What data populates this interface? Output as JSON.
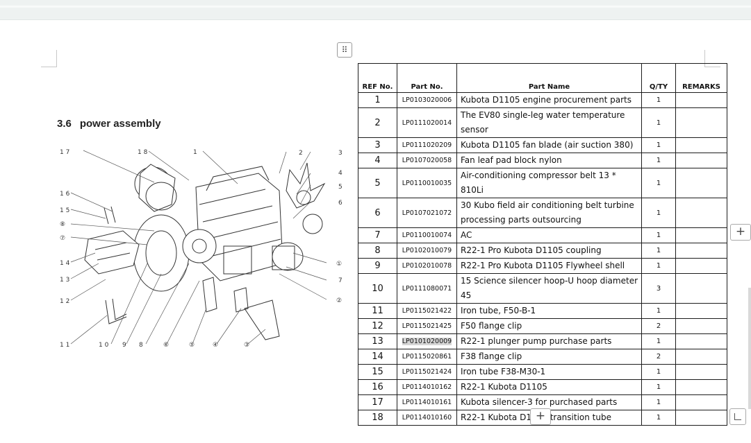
{
  "handle_icon": "move-grip-icon",
  "section": {
    "number": "3.6",
    "title": "power assembly"
  },
  "drawing": {
    "callouts_left": [
      "1 7",
      "1 6",
      "1 5",
      "⑧",
      "⑦",
      "1 4",
      "1 3",
      "1 2",
      "1 1"
    ],
    "callouts_top": [
      "1 8",
      "1"
    ],
    "callouts_right": [
      "2",
      "3",
      "4",
      "5",
      "6",
      "①",
      "7",
      "②"
    ],
    "callouts_bottom": [
      "1 0",
      "9",
      "8",
      "⑥",
      "⑤",
      "④",
      "③"
    ]
  },
  "table": {
    "headers": {
      "ref": "REF No.",
      "part_no": "Part No.",
      "name": "Part Name",
      "qty": "Q/TY",
      "remarks": "REMARKS"
    },
    "rows": [
      {
        "ref": "1",
        "part_no": "LP0103020006",
        "name": "Kubota D1105 engine procurement parts",
        "qty": "1",
        "remarks": ""
      },
      {
        "ref": "2",
        "part_no": "LP0111020014",
        "name": "The EV80 single-leg water temperature sensor",
        "qty": "1",
        "remarks": ""
      },
      {
        "ref": "3",
        "part_no": "LP0111020209",
        "name": "Kubota D1105 fan blade (air suction 380)",
        "qty": "1",
        "remarks": ""
      },
      {
        "ref": "4",
        "part_no": "LP0107020058",
        "name": "Fan leaf pad block nylon",
        "qty": "1",
        "remarks": ""
      },
      {
        "ref": "5",
        "part_no": "LP0110010035",
        "name": "Air-conditioning compressor belt 13 * 810Li",
        "qty": "1",
        "remarks": ""
      },
      {
        "ref": "6",
        "part_no": "LP0107021072",
        "name": "30 Kubo field air conditioning belt turbine processing parts outsourcing",
        "qty": "1",
        "remarks": ""
      },
      {
        "ref": "7",
        "part_no": "LP0110010074",
        "name": "AC",
        "qty": "1",
        "remarks": ""
      },
      {
        "ref": "8",
        "part_no": "LP0102010079",
        "name": "R22-1 Pro Kubota D1105 coupling",
        "qty": "1",
        "remarks": ""
      },
      {
        "ref": "9",
        "part_no": "LP0102010078",
        "name": "R22-1 Pro Kubota D1105 Flywheel shell",
        "qty": "1",
        "remarks": ""
      },
      {
        "ref": "10",
        "part_no": "LP0111080071",
        "name": "15 Science silencer hoop-U hoop diameter 45",
        "qty": "3",
        "remarks": ""
      },
      {
        "ref": "11",
        "part_no": "LP0115021422",
        "name": "Iron tube, F50-B-1",
        "qty": "1",
        "remarks": ""
      },
      {
        "ref": "12",
        "part_no": "LP0115021425",
        "name": "F50 flange clip",
        "qty": "2",
        "remarks": ""
      },
      {
        "ref": "13",
        "part_no": "LP0101020009",
        "name": "R22-1 plunger pump purchase parts",
        "qty": "1",
        "remarks": ""
      },
      {
        "ref": "14",
        "part_no": "LP0115020861",
        "name": "F38 flange clip",
        "qty": "2",
        "remarks": ""
      },
      {
        "ref": "15",
        "part_no": "LP0115021424",
        "name": "Iron tube F38-M30-1",
        "qty": "1",
        "remarks": ""
      },
      {
        "ref": "16",
        "part_no": "LP0114010162",
        "name": "R22-1 Kubota D1105",
        "qty": "1",
        "remarks": ""
      },
      {
        "ref": "17",
        "part_no": "LP0114010161",
        "name": "Kubota silencer-3 for purchased parts",
        "qty": "1",
        "remarks": ""
      },
      {
        "ref": "18",
        "part_no": "LP0114010160",
        "name": "R22-1 Kubota D1105 transition tube",
        "qty": "1",
        "remarks": ""
      }
    ]
  },
  "controls": {
    "add_icon": "+",
    "resize_icon": "resize-corner-icon"
  }
}
